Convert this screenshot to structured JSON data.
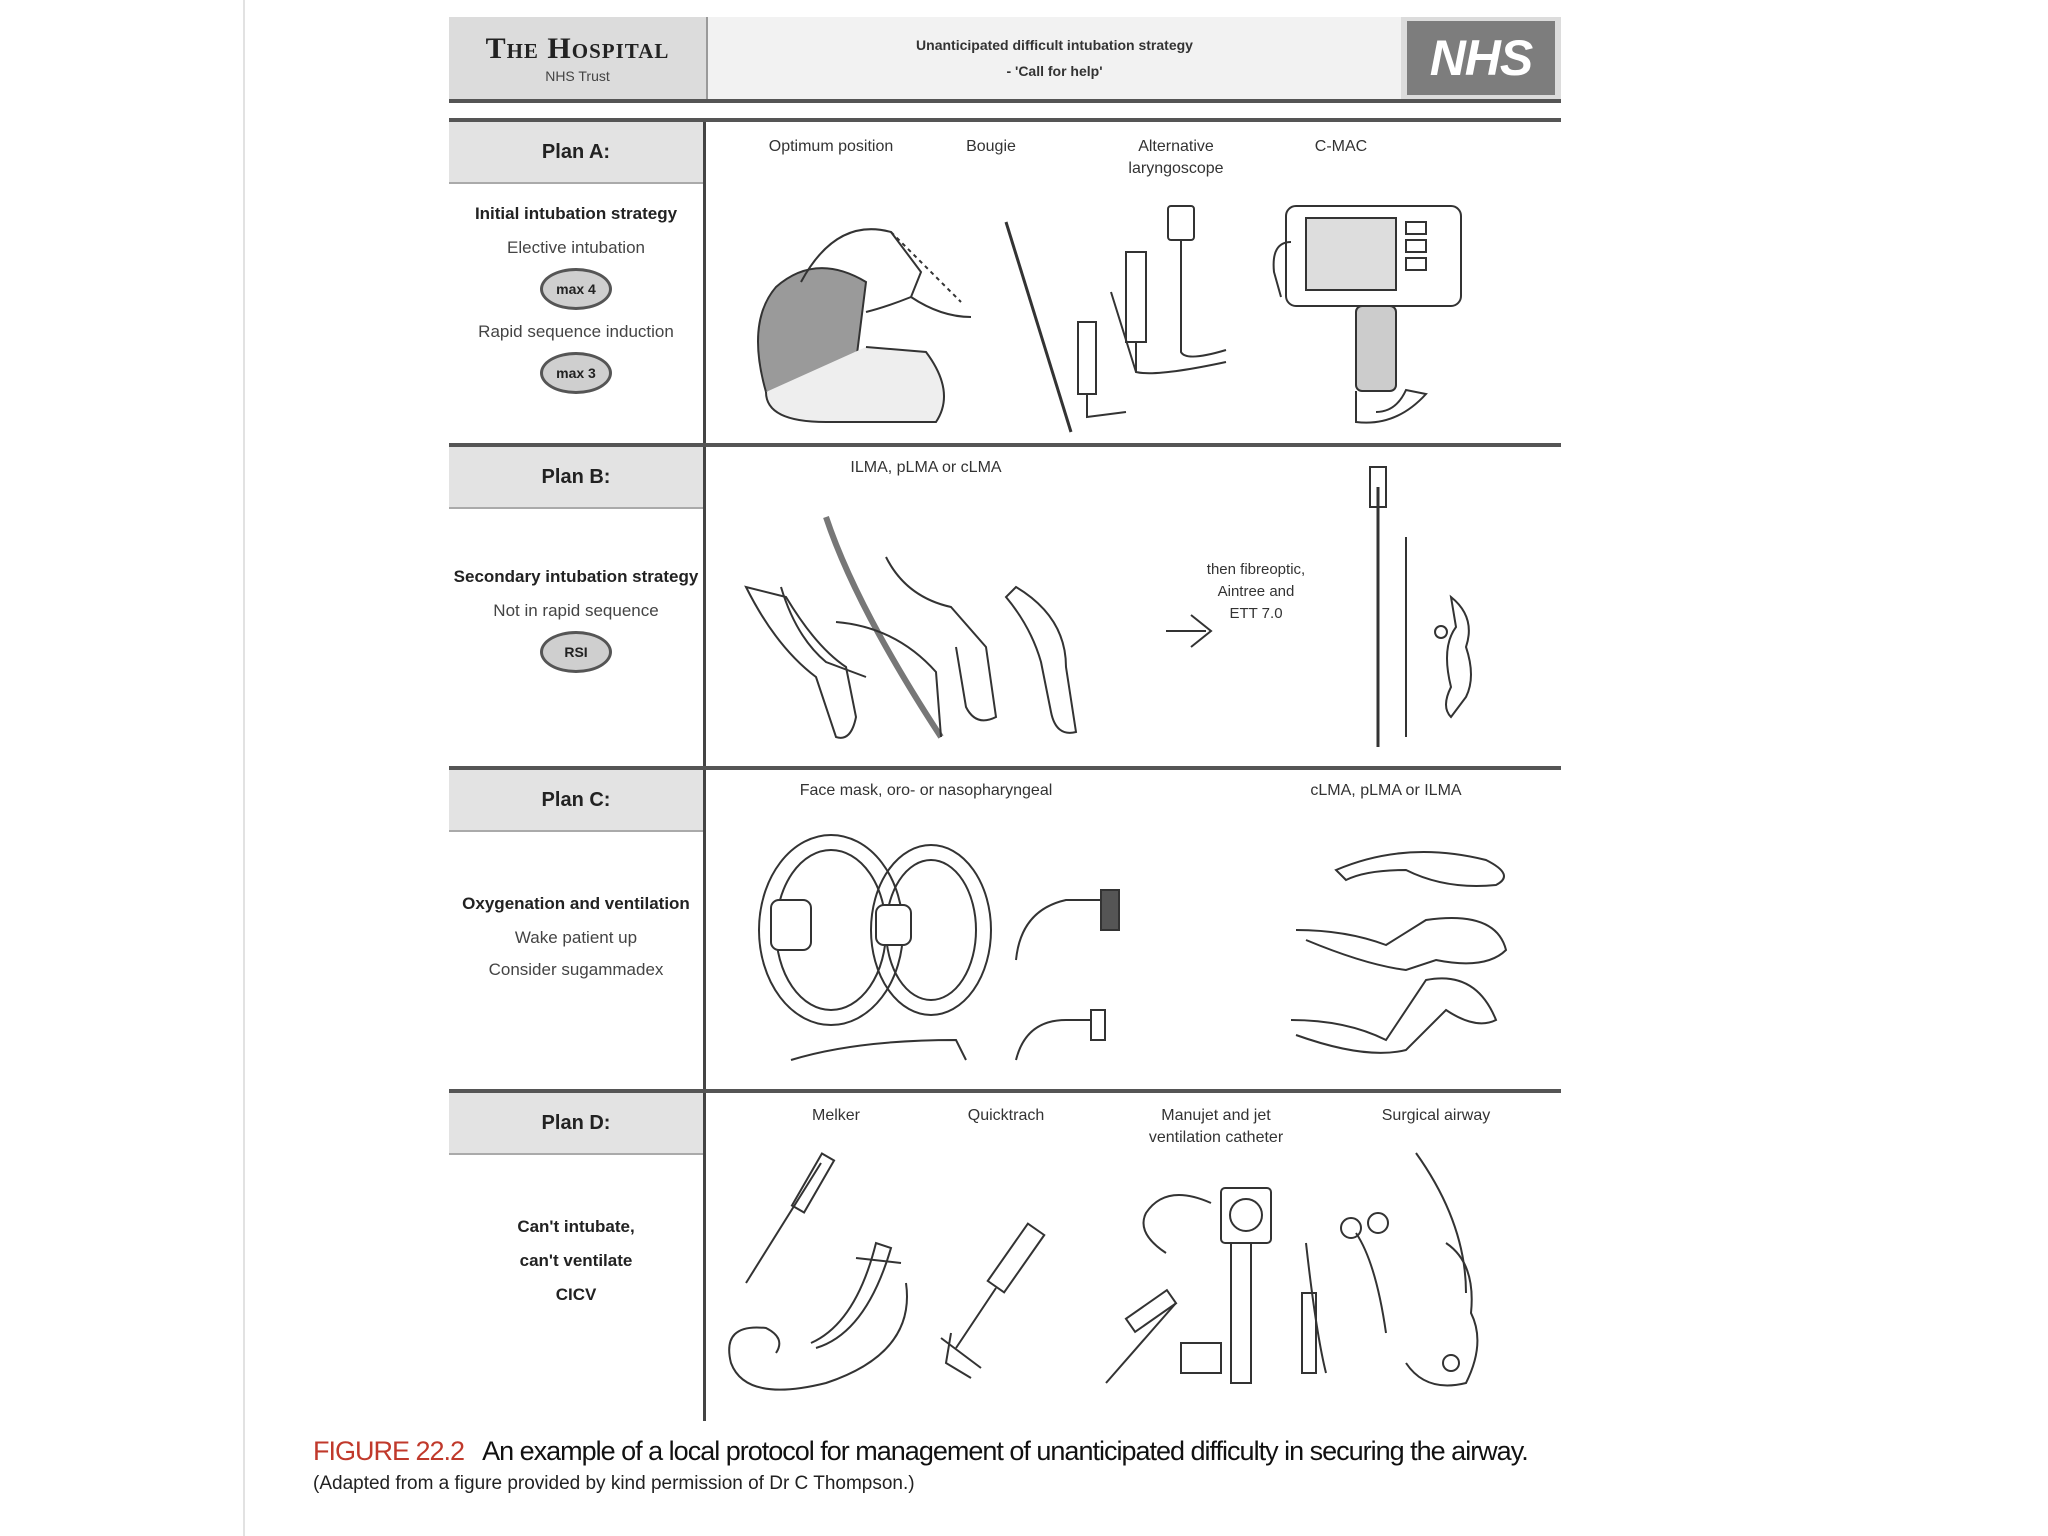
{
  "header": {
    "hospital_name": "The Hospital",
    "trust": "NHS Trust",
    "strategy_line1": "Unanticipated difficult intubation strategy",
    "strategy_line2": "- 'Call for help'",
    "nhs_logo": "NHS"
  },
  "plan_a": {
    "title": "Plan A:",
    "subtitle": "Initial intubation strategy",
    "elective": "Elective intubation",
    "elective_max": "max 4",
    "rsi": "Rapid sequence induction",
    "rsi_max": "max 3",
    "columns": [
      "Optimum position",
      "Bougie",
      "Alternative laryngoscope",
      "C-MAC"
    ]
  },
  "plan_b": {
    "title": "Plan B:",
    "subtitle": "Secondary intubation strategy",
    "note": "Not in rapid sequence",
    "badge": "RSI",
    "devices_label": "ILMA, pLMA or cLMA",
    "then_text": "then fibreoptic, Aintree and ETT 7.0"
  },
  "plan_c": {
    "title": "Plan C:",
    "subtitle": "Oxygenation and ventilation",
    "line1": "Wake patient up",
    "line2": "Consider sugammadex",
    "label_left": "Face mask, oro- or nasopharyngeal",
    "label_right": "cLMA, pLMA or ILMA"
  },
  "plan_d": {
    "title": "Plan D:",
    "line1": "Can't intubate,",
    "line2": "can't ventilate",
    "line3": "CICV",
    "columns": [
      "Melker",
      "Quicktrach",
      "Manujet and jet ventilation catheter",
      "Surgical airway"
    ]
  },
  "caption": {
    "figure_number": "FIGURE 22.2",
    "text": "An example of a local protocol for management of unanticipated difficulty in securing the airway.",
    "note": "(Adapted from a figure provided by kind permission of Dr C Thompson.)"
  },
  "colors": {
    "fig_number": "#c0392b",
    "rule": "#555555",
    "panel": "#e3e3e3"
  }
}
